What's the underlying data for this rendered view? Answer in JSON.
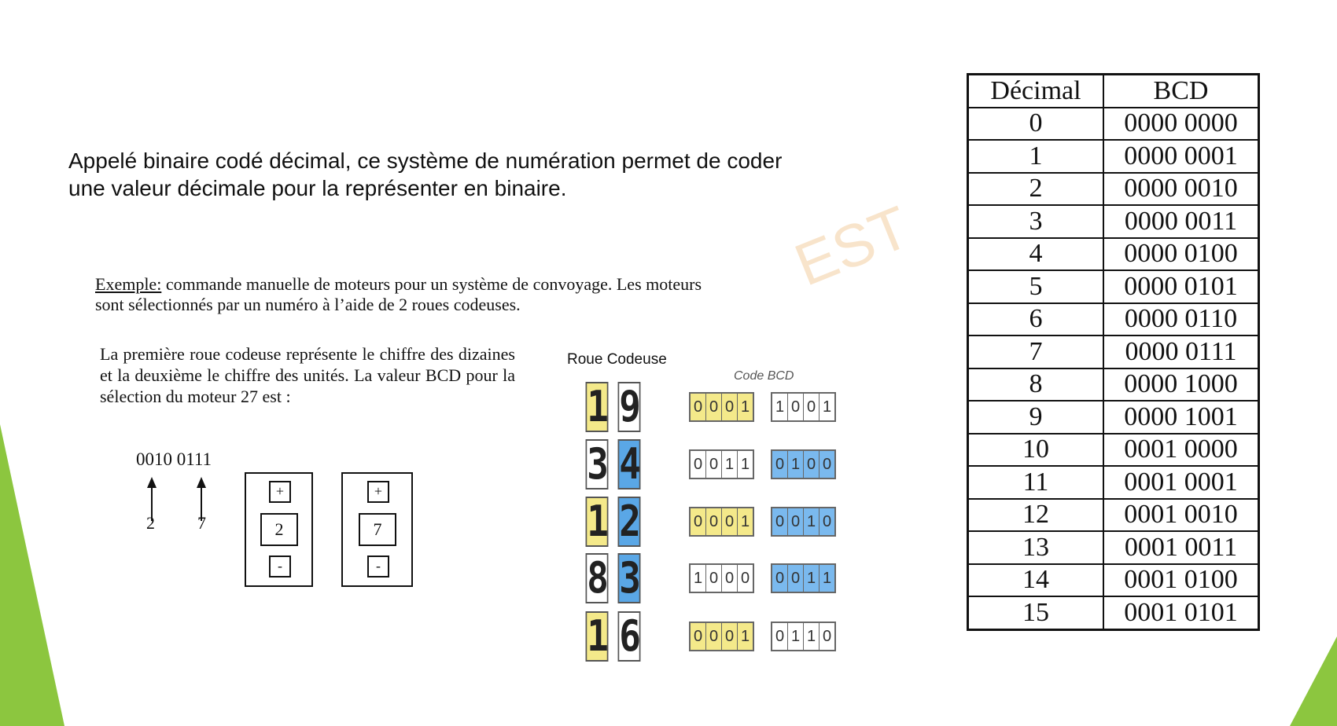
{
  "intro_text": "Appelé binaire codé décimal, ce système de numération permet de coder une valeur décimale pour la représenter en binaire.",
  "watermark": "EST",
  "example": {
    "label": "Exemple:",
    "text": " commande manuelle de moteurs pour un système de convoyage. Les moteurs sont sélectionnés par un numéro à l’aide de 2 roues codeuses."
  },
  "description": "La première roue codeuse représente le chiffre des dizaines et la deuxième le chiffre des unités. La valeur BCD pour la sélection du moteur 27 est :",
  "bcd_value": "0010 0111",
  "arrows": [
    {
      "label": "2"
    },
    {
      "label": "7"
    }
  ],
  "wheels": [
    {
      "plus": "+",
      "digit": "2",
      "minus": "-"
    },
    {
      "plus": "+",
      "digit": "7",
      "minus": "-"
    }
  ],
  "roue_title": "Roue Codeuse",
  "code_title": "Code BCD",
  "wheel_rows": [
    {
      "d1": "1",
      "d2": "9",
      "c1": "y",
      "c2": "w",
      "bits1": [
        "0",
        "0",
        "0",
        "1"
      ],
      "bits2": [
        "1",
        "0",
        "0",
        "1"
      ],
      "b1": "y",
      "b2": "w"
    },
    {
      "d1": "3",
      "d2": "4",
      "c1": "w",
      "c2": "b",
      "bits1": [
        "0",
        "0",
        "1",
        "1"
      ],
      "bits2": [
        "0",
        "1",
        "0",
        "0"
      ],
      "b1": "w",
      "b2": "b"
    },
    {
      "d1": "1",
      "d2": "2",
      "c1": "y",
      "c2": "b",
      "bits1": [
        "0",
        "0",
        "0",
        "1"
      ],
      "bits2": [
        "0",
        "0",
        "1",
        "0"
      ],
      "b1": "y",
      "b2": "b"
    },
    {
      "d1": "8",
      "d2": "3",
      "c1": "w",
      "c2": "b",
      "bits1": [
        "1",
        "0",
        "0",
        "0"
      ],
      "bits2": [
        "0",
        "0",
        "1",
        "1"
      ],
      "b1": "w",
      "b2": "b"
    },
    {
      "d1": "1",
      "d2": "6",
      "c1": "y",
      "c2": "w",
      "bits1": [
        "0",
        "0",
        "0",
        "1"
      ],
      "bits2": [
        "0",
        "1",
        "1",
        "0"
      ],
      "b1": "y",
      "b2": "w"
    }
  ],
  "table": {
    "headers": [
      "Décimal",
      "BCD"
    ],
    "rows": [
      [
        "0",
        "0000 0000"
      ],
      [
        "1",
        "0000 0001"
      ],
      [
        "2",
        "0000 0010"
      ],
      [
        "3",
        "0000 0011"
      ],
      [
        "4",
        "0000 0100"
      ],
      [
        "5",
        "0000 0101"
      ],
      [
        "6",
        "0000 0110"
      ],
      [
        "7",
        "0000 0111"
      ],
      [
        "8",
        "0000 1000"
      ],
      [
        "9",
        "0000 1001"
      ],
      [
        "10",
        "0001 0000"
      ],
      [
        "11",
        "0001 0001"
      ],
      [
        "12",
        "0001 0010"
      ],
      [
        "13",
        "0001 0011"
      ],
      [
        "14",
        "0001 0100"
      ],
      [
        "15",
        "0001 0101"
      ]
    ]
  },
  "colors": {
    "accent_green": "#8cc63f",
    "yellow": "#f4e98a",
    "blue": "#5aa7e6"
  }
}
